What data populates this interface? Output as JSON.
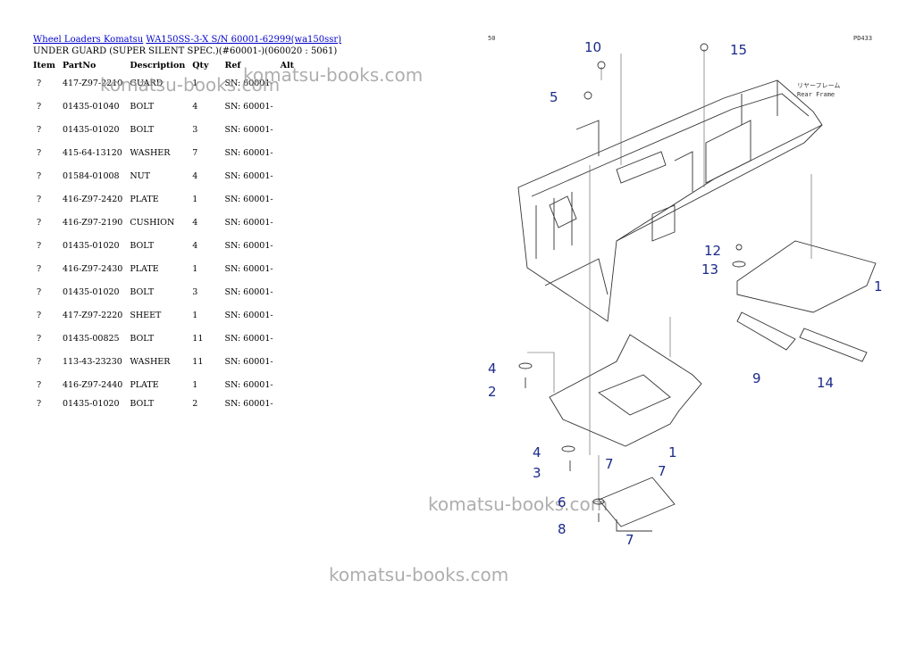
{
  "breadcrumb": {
    "link1": "Wheel Loaders Komatsu",
    "link2": "WA150SS-3-X S/N 60001-62999(wa150ssr)"
  },
  "section_title": "UNDER GUARD (SUPER SILENT SPEC.)(#60001-)(060020 : 5061)",
  "table": {
    "headers": [
      "Item",
      "PartNo",
      "Description",
      "Qty",
      "Ref",
      "Alt"
    ],
    "rows": [
      {
        "item": "?",
        "partno": "417-Z97-2210",
        "desc": "GUARD",
        "qty": "1",
        "ref": "SN: 60001-",
        "alt": ""
      },
      {
        "item": "?",
        "partno": "01435-01040",
        "desc": "BOLT",
        "qty": "4",
        "ref": "SN: 60001-",
        "alt": ""
      },
      {
        "item": "?",
        "partno": "01435-01020",
        "desc": "BOLT",
        "qty": "3",
        "ref": "SN: 60001-",
        "alt": ""
      },
      {
        "item": "?",
        "partno": "415-64-13120",
        "desc": "WASHER",
        "qty": "7",
        "ref": "SN: 60001-",
        "alt": ""
      },
      {
        "item": "?",
        "partno": "01584-01008",
        "desc": "NUT",
        "qty": "4",
        "ref": "SN: 60001-",
        "alt": ""
      },
      {
        "item": "?",
        "partno": "416-Z97-2420",
        "desc": "PLATE",
        "qty": "1",
        "ref": "SN: 60001-",
        "alt": ""
      },
      {
        "item": "?",
        "partno": "416-Z97-2190",
        "desc": "CUSHION",
        "qty": "4",
        "ref": "SN: 60001-",
        "alt": ""
      },
      {
        "item": "?",
        "partno": "01435-01020",
        "desc": "BOLT",
        "qty": "4",
        "ref": "SN: 60001-",
        "alt": ""
      },
      {
        "item": "?",
        "partno": "416-Z97-2430",
        "desc": "PLATE",
        "qty": "1",
        "ref": "SN: 60001-",
        "alt": ""
      },
      {
        "item": "?",
        "partno": "01435-01020",
        "desc": "BOLT",
        "qty": "3",
        "ref": "SN: 60001-",
        "alt": ""
      },
      {
        "item": "?",
        "partno": "417-Z97-2220",
        "desc": "SHEET",
        "qty": "1",
        "ref": "SN: 60001-",
        "alt": ""
      },
      {
        "item": "?",
        "partno": "01435-00825",
        "desc": "BOLT",
        "qty": "11",
        "ref": "SN: 60001-",
        "alt": ""
      },
      {
        "item": "?",
        "partno": "113-43-23230",
        "desc": "WASHER",
        "qty": "11",
        "ref": "SN: 60001-",
        "alt": ""
      },
      {
        "item": "?",
        "partno": "416-Z97-2440",
        "desc": "PLATE",
        "qty": "1",
        "ref": "SN: 60001-",
        "alt": ""
      },
      {
        "item": "?",
        "partno": "01435-01020",
        "desc": "BOLT",
        "qty": "2",
        "ref": "SN: 60001-",
        "alt": ""
      }
    ]
  },
  "watermark": "komatsu-books.com",
  "diagram": {
    "page_no": "50",
    "drawing_id": "PD433",
    "frame_label_jp": "リヤーフレーム",
    "frame_label_en": "Rear Frame",
    "callouts": [
      "10",
      "15",
      "5",
      "12",
      "13",
      "1",
      "4",
      "2",
      "9",
      "14",
      "1",
      "4",
      "3",
      "7",
      "7",
      "6",
      "8",
      "7"
    ]
  }
}
